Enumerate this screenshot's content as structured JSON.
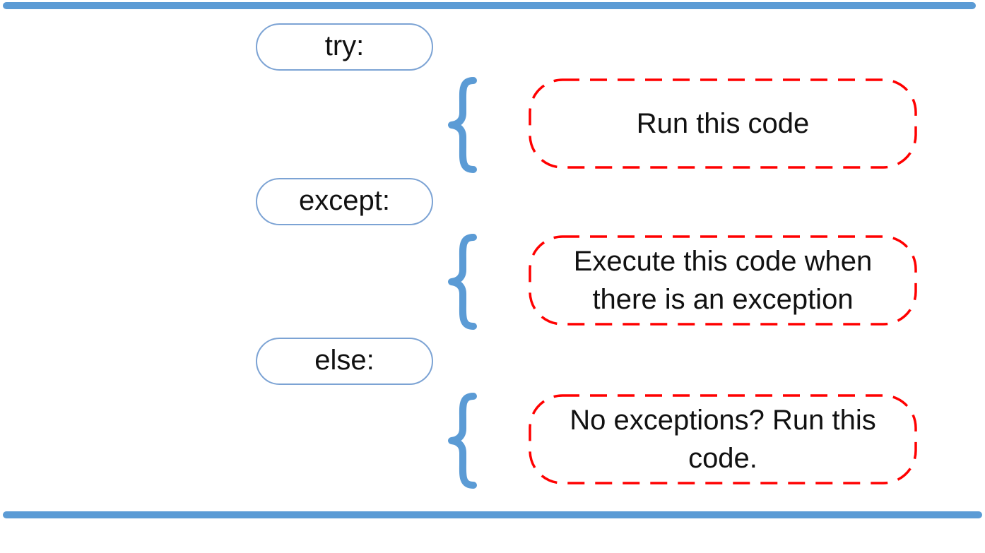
{
  "diagram": {
    "colors": {
      "accent_blue": "#5B9BD5",
      "keyword_border_blue": "#7CA3D4",
      "dashed_red": "#FF0000",
      "text_black": "#111111"
    },
    "rows": [
      {
        "keyword": "try:",
        "description": "Run this code"
      },
      {
        "keyword": "except:",
        "description": "Execute this code when there is an exception"
      },
      {
        "keyword": "else:",
        "description": "No exceptions? Run this code."
      }
    ]
  }
}
